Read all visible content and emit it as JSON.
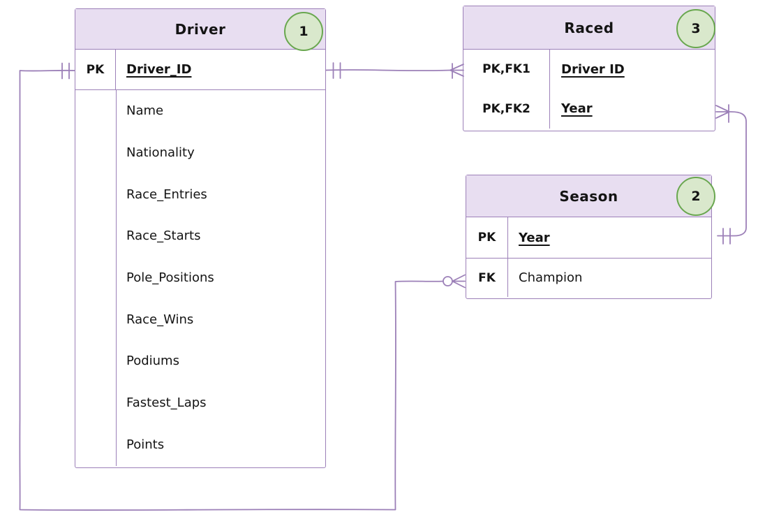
{
  "colors": {
    "stroke": "#9c80b8",
    "entity_header_fill": "#e8def1",
    "entity_body_fill": "#ffffff",
    "badge_fill": "#d9e8cc",
    "badge_stroke": "#69a74f",
    "text": "#141414"
  },
  "entities": {
    "driver": {
      "title": "Driver",
      "badge": "1",
      "rows": [
        {
          "key": "PK",
          "name": "Driver_ID"
        }
      ],
      "attributes": [
        "Name",
        "Nationality",
        "Race_Entries",
        "Race_Starts",
        "Pole_Positions",
        "Race_Wins",
        "Podiums",
        "Fastest_Laps",
        "Points"
      ]
    },
    "raced": {
      "title": "Raced",
      "badge": "3",
      "rows": [
        {
          "key": "PK,FK1",
          "name": "Driver ID"
        },
        {
          "key": "PK,FK2",
          "name": "Year"
        }
      ]
    },
    "season": {
      "title": "Season",
      "badge": "2",
      "rows": [
        {
          "key": "PK",
          "name": "Year"
        },
        {
          "key": "FK",
          "name": "Champion"
        }
      ]
    }
  },
  "relationships": [
    {
      "from_entity": "Driver",
      "from_attribute": "Driver_ID",
      "from_cardinality": "one-and-only-one",
      "to_entity": "Raced",
      "to_attribute": "Driver ID",
      "to_cardinality": "one-or-many"
    },
    {
      "from_entity": "Season",
      "from_attribute": "Year",
      "from_cardinality": "one-and-only-one",
      "to_entity": "Raced",
      "to_attribute": "Year",
      "to_cardinality": "one-or-many"
    },
    {
      "from_entity": "Driver",
      "from_attribute": "Driver_ID",
      "from_cardinality": "one-and-only-one",
      "to_entity": "Season",
      "to_attribute": "Champion",
      "to_cardinality": "zero-or-many"
    }
  ]
}
